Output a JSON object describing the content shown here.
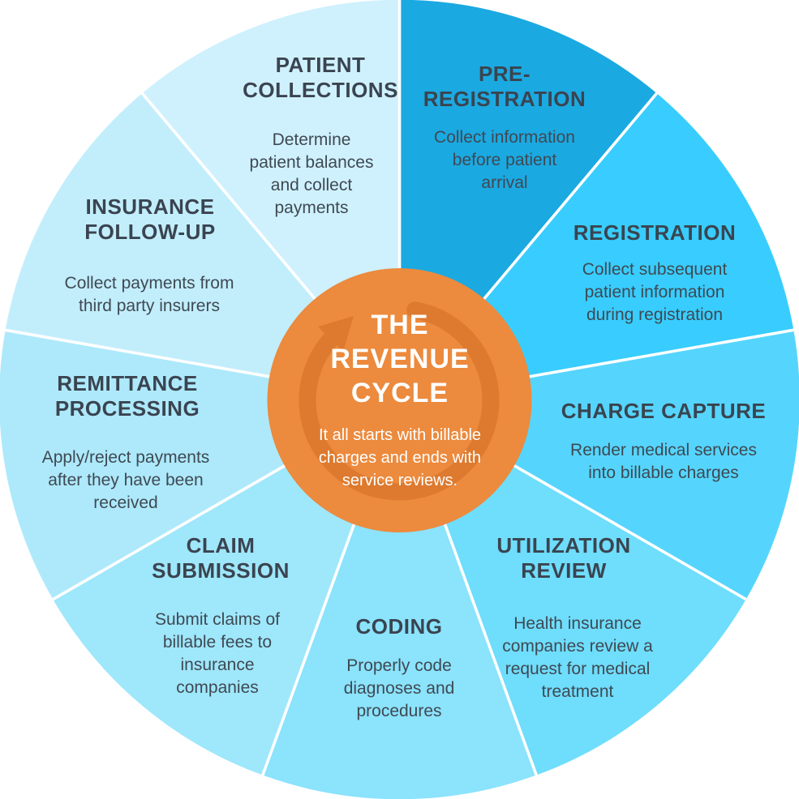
{
  "diagram": {
    "title": "The Revenue Cycle",
    "divider_color": "#ffffff",
    "text_color": "#3A4450",
    "center": {
      "title": "THE\nREVENUE\nCYCLE",
      "description": "It all starts with billable\ncharges and ends with\nservice reviews.",
      "bg_color": "#EC8A3D",
      "arrow_color": "#DD7A2F",
      "icon": "cycle-arrow-icon"
    },
    "segments": [
      {
        "id": "pre-registration",
        "label": "PRE-\nREGISTRATION",
        "description": "Collect information\nbefore patient\narrival",
        "color": "#1BA9E1"
      },
      {
        "id": "registration",
        "label": "REGISTRATION",
        "description": "Collect subsequent\npatient information\nduring registration",
        "color": "#38CDFE"
      },
      {
        "id": "charge-capture",
        "label": "CHARGE CAPTURE",
        "description": "Render medical services\ninto billable charges",
        "color": "#55D5FD"
      },
      {
        "id": "utilization-review",
        "label": "UTILIZATION\nREVIEW",
        "description": "Health insurance\ncompanies review a\nrequest for medical\ntreatment",
        "color": "#6FDDFC"
      },
      {
        "id": "coding",
        "label": "CODING",
        "description": "Properly code\ndiagnoses and\nprocedures",
        "color": "#8BE3FC"
      },
      {
        "id": "claim-submission",
        "label": "CLAIM\nSUBMISSION",
        "description": "Submit claims of\nbillable fees to\ninsurance\ncompanies",
        "color": "#9FE7FB"
      },
      {
        "id": "remittance-processing",
        "label": "REMITTANCE\nPROCESSING",
        "description": "Apply/reject payments\nafter they have been\nreceived",
        "color": "#ADE9FB"
      },
      {
        "id": "insurance-follow-up",
        "label": "INSURANCE\nFOLLOW-UP",
        "description": "Collect payments from\nthird party insurers",
        "color": "#C2EEFC"
      },
      {
        "id": "patient-collections",
        "label": "PATIENT\nCOLLECTIONS",
        "description": "Determine\npatient balances\nand collect\npayments",
        "color": "#CFF1FD"
      }
    ]
  }
}
